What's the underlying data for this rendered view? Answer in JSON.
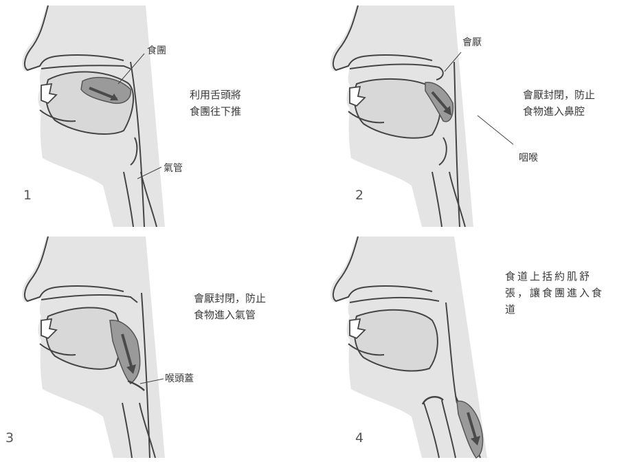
{
  "panels": [
    {
      "number": "1",
      "caption_lines": [
        "利用舌頭將",
        "食團往下推"
      ],
      "labels": {
        "bolus": "食團",
        "trachea": "氣管"
      }
    },
    {
      "number": "2",
      "caption_lines": [
        "會厭封閉，防止",
        "食物進入鼻腔"
      ],
      "labels": {
        "epiglottis": "會厭",
        "pharynx": "咽喉"
      }
    },
    {
      "number": "3",
      "caption_lines": [
        "會厭封閉，防止",
        "食物進入氣管"
      ],
      "labels": {
        "larynx_cover": "喉頭蓋"
      }
    },
    {
      "number": "4",
      "caption_lines": [
        "食道上括約肌舒",
        "張，讓食團進入食",
        "道"
      ],
      "labels": {}
    }
  ],
  "colors": {
    "tissue": "#e4e4e4",
    "outline": "#444444",
    "bolus": "#9a9a9a",
    "arrow": "#4a4a4a"
  }
}
